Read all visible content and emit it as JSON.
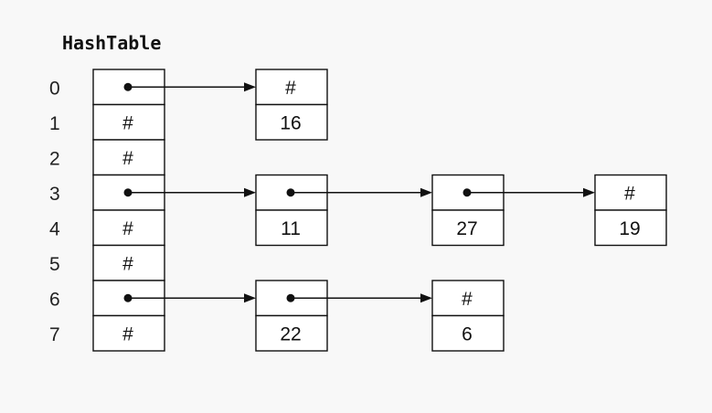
{
  "title": "HashTable",
  "table": {
    "indices": [
      "0",
      "1",
      "2",
      "3",
      "4",
      "5",
      "6",
      "7"
    ],
    "slots": [
      "•",
      "#",
      "#",
      "•",
      "#",
      "#",
      "•",
      "#"
    ]
  },
  "chains": [
    {
      "from_index": "0",
      "nodes": [
        {
          "next": "#",
          "value": "16"
        }
      ]
    },
    {
      "from_index": "3",
      "nodes": [
        {
          "next": "•",
          "value": "11"
        },
        {
          "next": "•",
          "value": "27"
        },
        {
          "next": "#",
          "value": "19"
        }
      ]
    },
    {
      "from_index": "6",
      "nodes": [
        {
          "next": "•",
          "value": "22"
        },
        {
          "next": "#",
          "value": "6"
        }
      ]
    }
  ]
}
